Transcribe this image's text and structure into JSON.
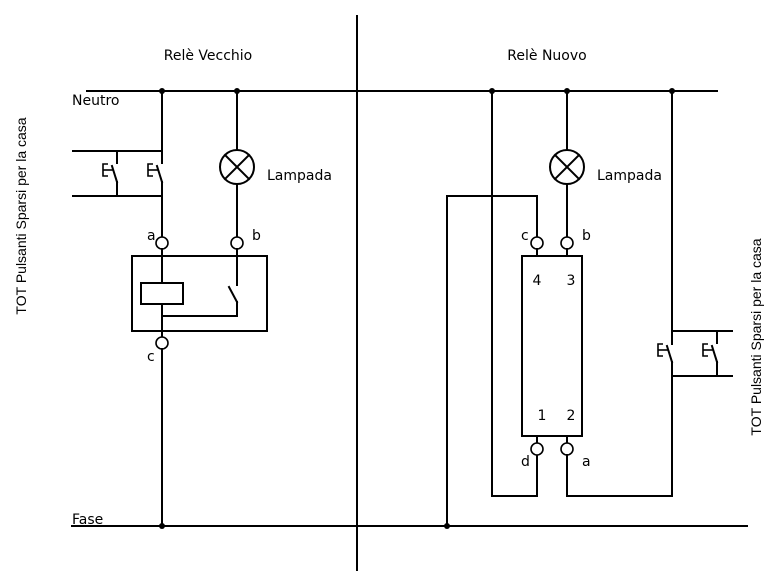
{
  "diagram": {
    "sections": {
      "left_title": "Relè Vecchio",
      "right_title": "Relè Nuovo"
    },
    "rails": {
      "neutral_label": "Neutro",
      "phase_label": "Fase"
    },
    "left_circuit": {
      "lamp_label": "Lampada",
      "terminal_a": "a",
      "terminal_b": "b",
      "terminal_c": "c",
      "side_label": "TOT Pulsanti Sparsi per la casa"
    },
    "right_circuit": {
      "lamp_label": "Lampada",
      "terminal_c": "c",
      "terminal_b": "b",
      "terminal_d": "d",
      "terminal_a": "a",
      "pin_4": "4",
      "pin_3": "3",
      "pin_1": "1",
      "pin_2": "2",
      "side_label": "TOT Pulsanti Sparsi per la casa"
    }
  }
}
